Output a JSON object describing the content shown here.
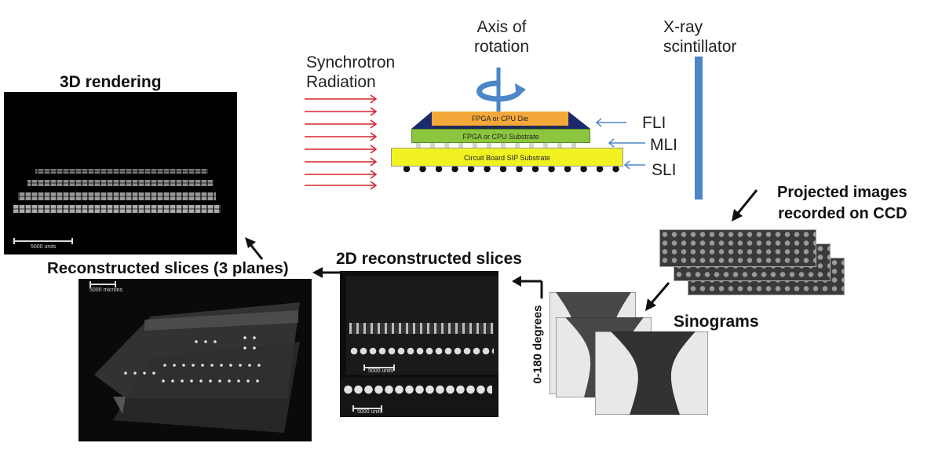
{
  "labels": {
    "synchrotron": "Synchrotron\nRadiation",
    "axis": "Axis of\nrotation",
    "scintillator": "X-ray\nscintillator",
    "fli": "FLI",
    "mli": "MLI",
    "sli": "SLI",
    "projected": "Projected images\nrecorded on CCD",
    "sinograms": "Sinograms",
    "degrees": "0-180 degrees",
    "slices_2d": "2D reconstructed slices",
    "slices_3planes": "Reconstructed slices (3 planes)",
    "rendering_3d": "3D rendering"
  },
  "package": {
    "die": "FPGA or CPU Die",
    "substrate": "FPGA or CPU Substrate",
    "board": "Circuit Board SIP Substrate"
  },
  "scale": {
    "rendering": "5000 units",
    "planes": "5000 microns",
    "slice_top": "5000 units",
    "slice_bottom": "5000 units"
  },
  "colors": {
    "radiation_arrow": "#d9232e",
    "blue": "#4a86c8",
    "die": "#f4a83a",
    "substrate": "#8cc63f",
    "board": "#f2f222",
    "underfill": "#1c2a6b"
  }
}
